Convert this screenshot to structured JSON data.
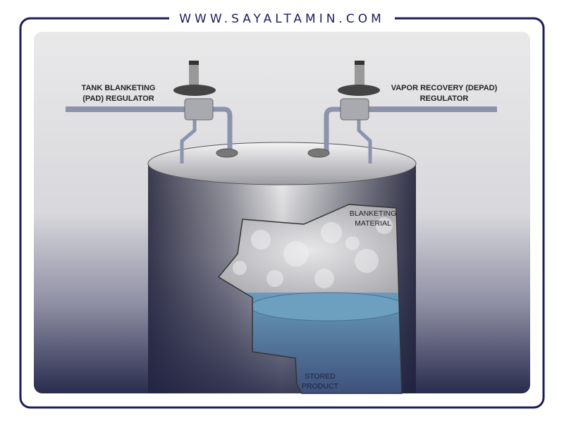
{
  "header": {
    "website": "WWW.SAYALTAMIN.COM"
  },
  "labels": {
    "pad_regulator": [
      "TANK BLANKETING",
      "(PAD) REGULATOR"
    ],
    "depad_regulator": [
      "VAPOR RECOVERY (DEPAD)",
      "REGULATOR"
    ],
    "blanketing_material": [
      "BLANKETING",
      "MATERIAL"
    ],
    "stored_product": [
      "STORED",
      "PRODUCT"
    ]
  },
  "colors": {
    "frame": "#1b1d5c",
    "liquid": "#5f8fae",
    "pipe": "#8c93ad"
  }
}
